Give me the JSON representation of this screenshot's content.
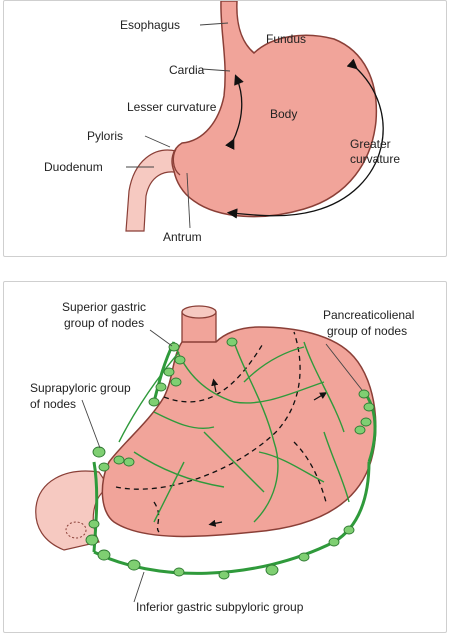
{
  "colors": {
    "stomach_fill": "#f1a49a",
    "stomach_edge": "#8a3f37",
    "duodenum_fill": "#f6c9c1",
    "lymph_green": "#2f9a3b",
    "node_fill": "#7fcf72",
    "arrow": "#111111"
  },
  "top_panel": {
    "labels": {
      "esophagus": "Esophagus",
      "fundus": "Fundus",
      "cardia": "Cardia",
      "lesser_curvature": "Lesser curvature",
      "body": "Body",
      "pyloris": "Pyloris",
      "duodenum": "Duodenum",
      "greater_curvature_line1": "Greater",
      "greater_curvature_line2": "curvature",
      "antrum": "Antrum"
    }
  },
  "bottom_panel": {
    "labels": {
      "superior_line1": "Superior gastric",
      "superior_line2": "group of nodes",
      "pancreaticolienal_line1": "Pancreaticolienal",
      "pancreaticolienal_line2": "group of nodes",
      "suprapyloric_line1": "Suprapyloric group",
      "suprapyloric_line2": "of nodes",
      "inferior": "Inferior gastric subpyloric group"
    }
  }
}
